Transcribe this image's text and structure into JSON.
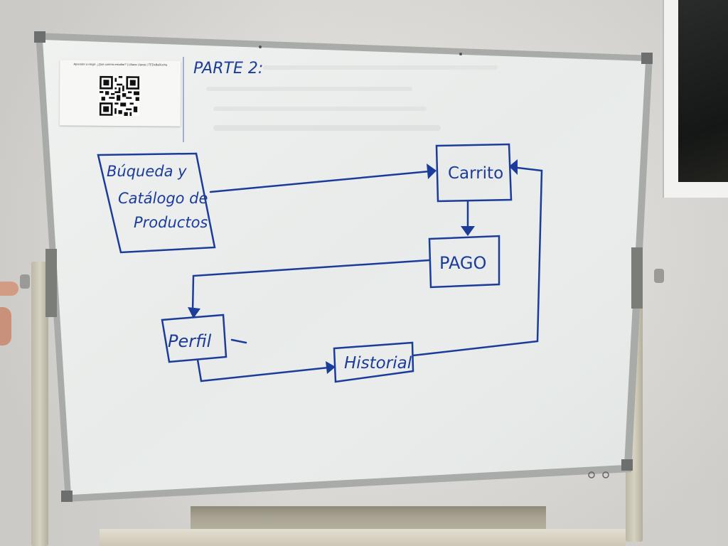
{
  "board": {
    "heading": "PARTE 2:",
    "qr_sheet": {
      "caption": "Aprender a elegir: ¿Qué carrera estudiar? | Liliana Llanas | TEDxBaRocha",
      "qr_icon": "qr-code-icon"
    }
  },
  "diagram": {
    "nodes": [
      {
        "id": "busqueda",
        "lines": [
          "Búqueda y",
          "Catálogo de",
          "Productos"
        ]
      },
      {
        "id": "carrito",
        "lines": [
          "Carrito"
        ]
      },
      {
        "id": "pago",
        "lines": [
          "PAGO"
        ]
      },
      {
        "id": "perfil",
        "lines": [
          "Perfil"
        ]
      },
      {
        "id": "historial",
        "lines": [
          "Historial"
        ]
      }
    ],
    "edges": [
      {
        "from": "busqueda",
        "to": "carrito"
      },
      {
        "from": "carrito",
        "to": "pago"
      },
      {
        "from": "pago",
        "to": "perfil"
      },
      {
        "from": "perfil",
        "to": "historial"
      },
      {
        "from": "historial",
        "to": "carrito"
      }
    ]
  },
  "colors": {
    "marker": "#1c3c9a",
    "board": "#e9ecea",
    "frame": "#a7a9a6"
  }
}
